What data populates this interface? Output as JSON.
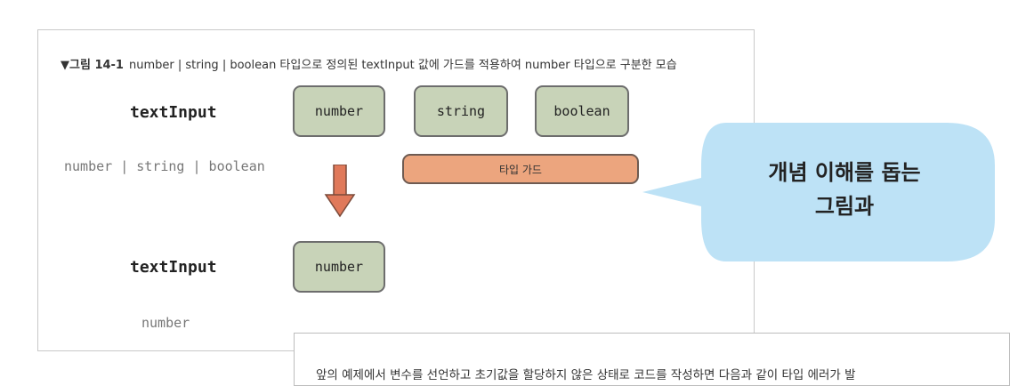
{
  "caption": {
    "figure_number": "▼그림 14-1",
    "text": "number | string | boolean 타입으로 정의된 textInput 값에 가드를 적용하여 number 타입으로 구분한 모습"
  },
  "diagram": {
    "top_input_label": "textInput",
    "top_input_type": "number | string | boolean",
    "type_boxes": [
      "number",
      "string",
      "boolean"
    ],
    "guard_label": "타입 가드",
    "bottom_input_label": "textInput",
    "bottom_input_type": "number",
    "result_box": "number"
  },
  "callout": {
    "line1": "개념 이해를 돕는",
    "line2": "그림과"
  },
  "body_text": "앞의 예제에서 변수를 선언하고 초기값을 할당하지 않은 상태로 코드를 작성하면 다음과 같이 타입 에러가 발",
  "colors": {
    "type_box_fill": "#c8d3b8",
    "guard_fill": "#eca57e",
    "arrow_fill": "#e0795a",
    "bubble_fill": "#bde2f6"
  }
}
